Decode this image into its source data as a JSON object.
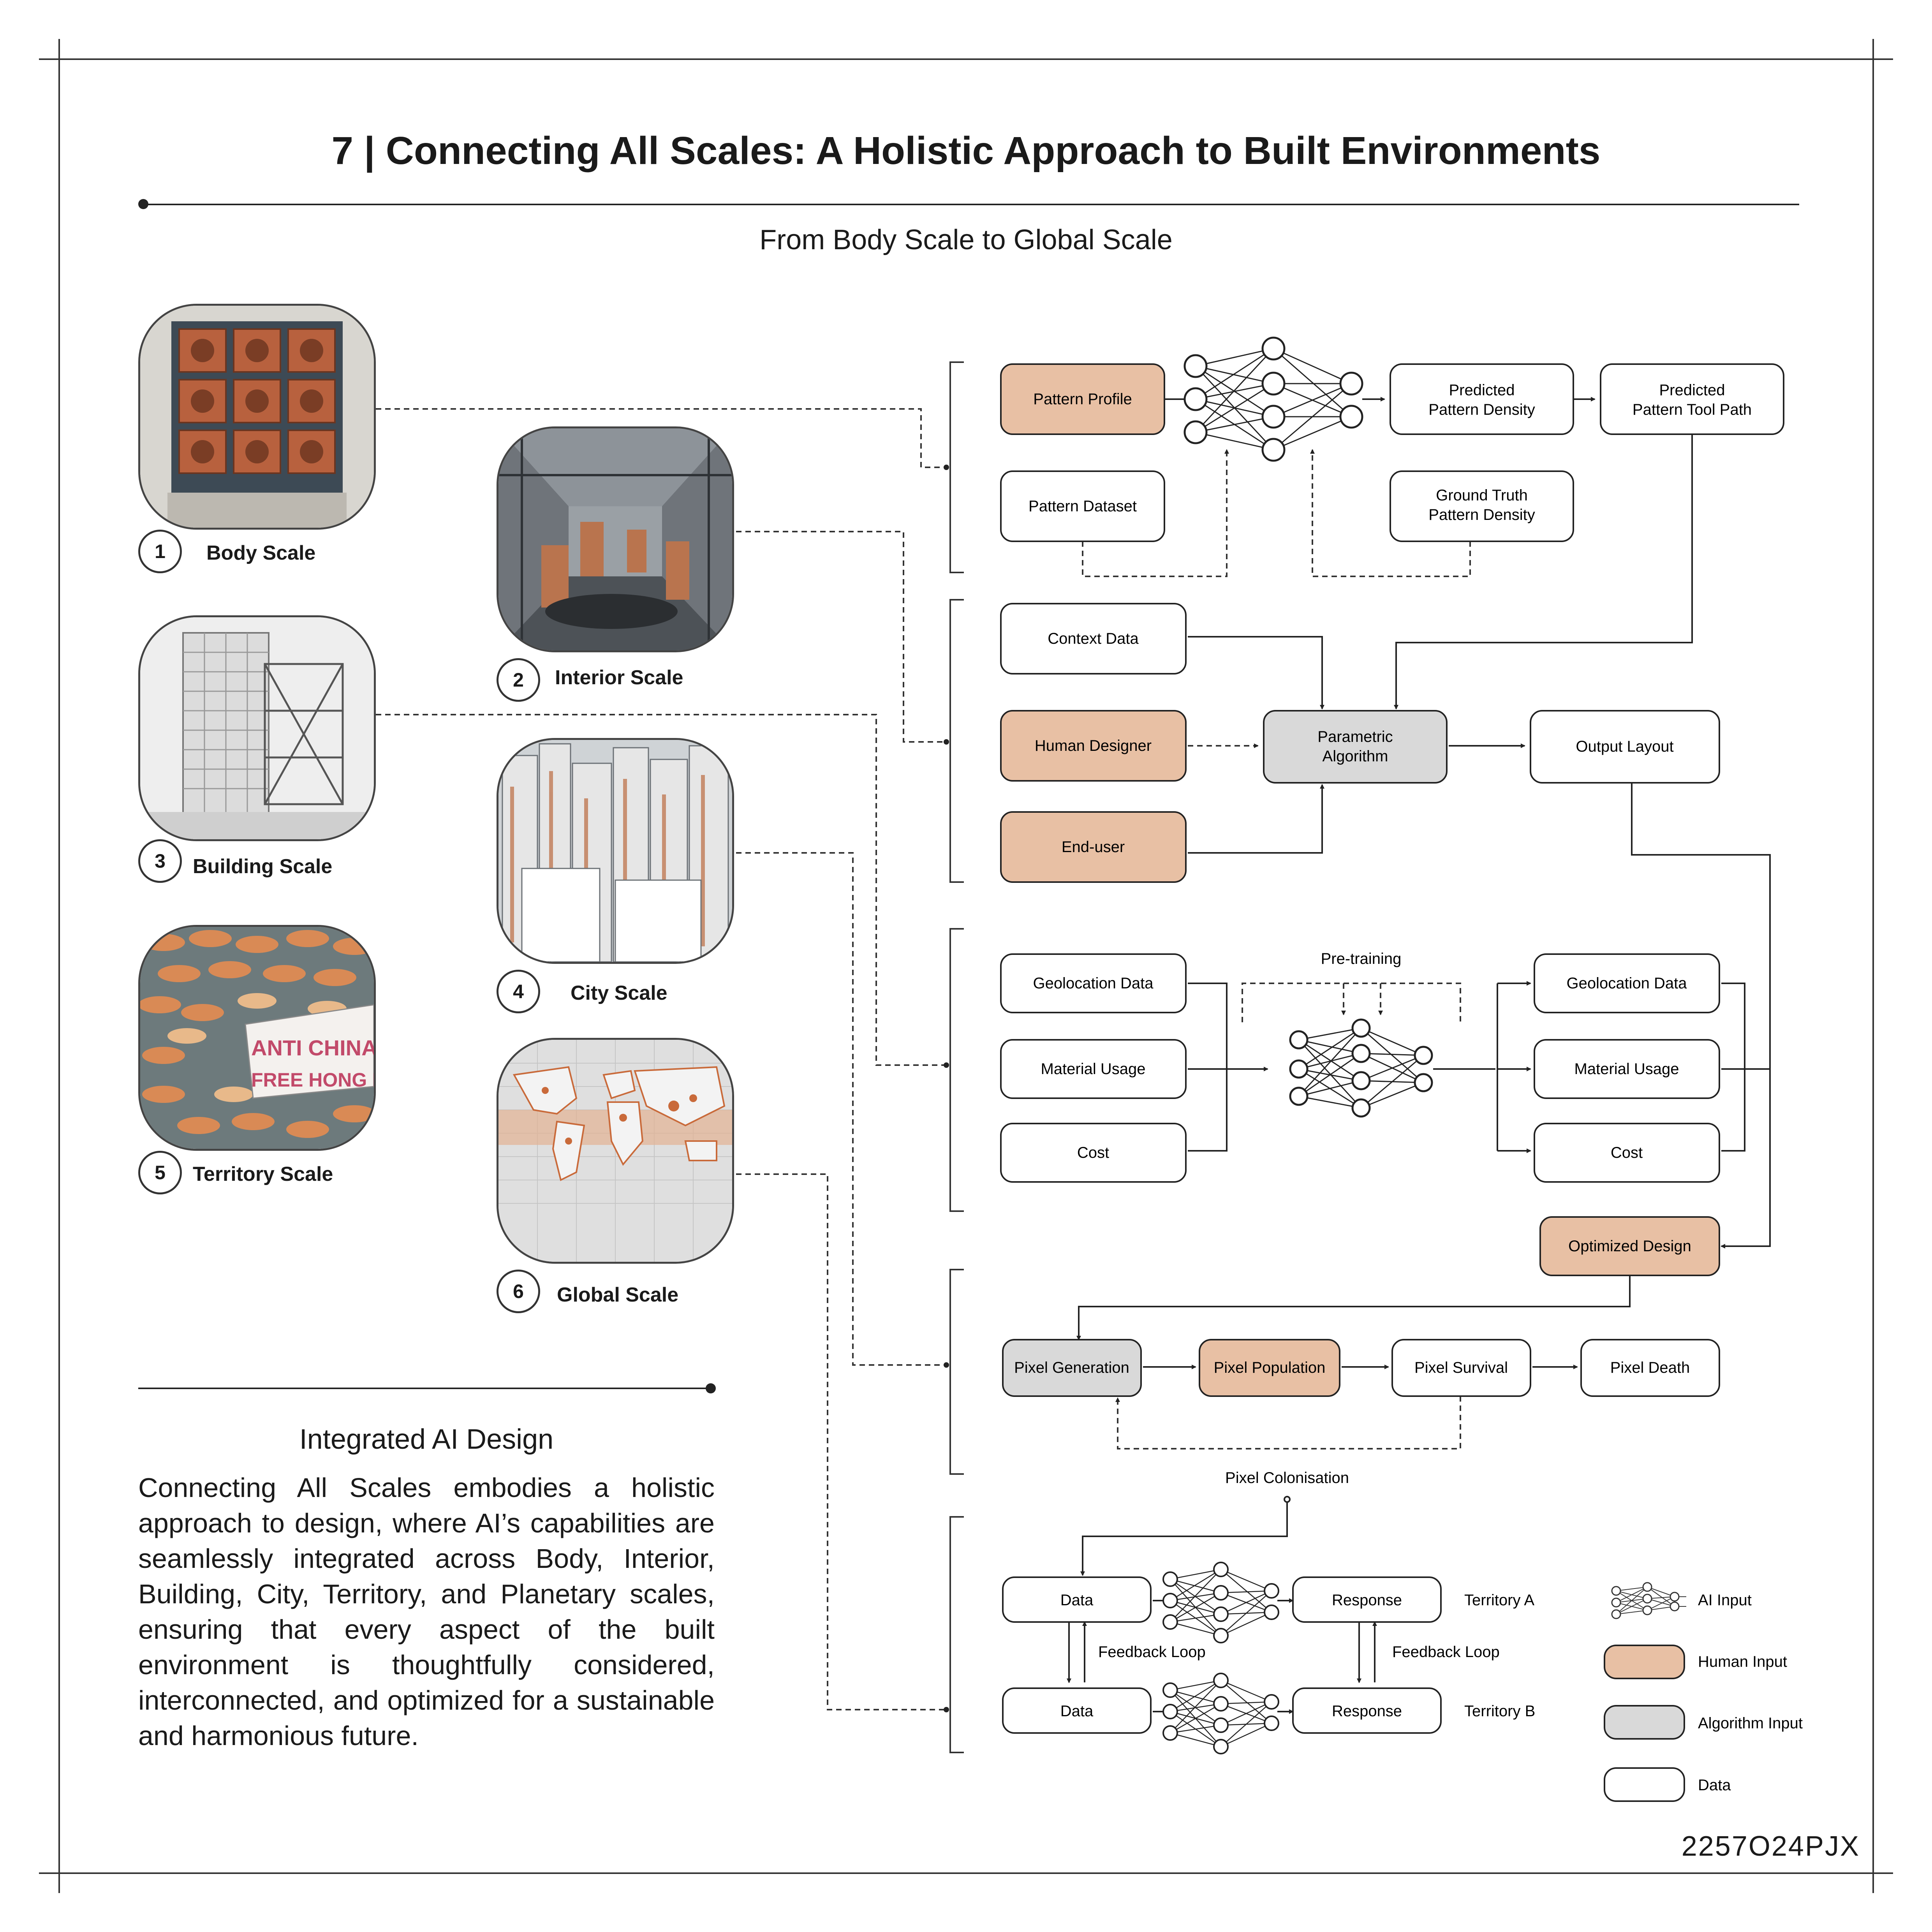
{
  "header": {
    "title": "7 | Connecting All Scales: A Holistic Approach to Built Environments",
    "subtitle": "From Body Scale to Global Scale"
  },
  "scales": [
    {
      "num": "1",
      "label": "Body Scale"
    },
    {
      "num": "2",
      "label": "Interior Scale"
    },
    {
      "num": "3",
      "label": "Building Scale"
    },
    {
      "num": "4",
      "label": "City Scale"
    },
    {
      "num": "5",
      "label": "Territory Scale"
    },
    {
      "num": "6",
      "label": "Global Scale"
    }
  ],
  "territory_banner": {
    "line1": "ANTI CHINA",
    "line2": "FREE HONG KONG"
  },
  "section": {
    "title": "Integrated AI Design",
    "text": "Connecting All Scales embodies a holistic approach to design, where AI’s capabilities are seamlessly integrated across Body, Interior, Building, City, Territory, and Planetary scales, ensuring that every aspect of the built environment is thoughtfully considered, interconnected, and optimized for a sustainable and harmonious future."
  },
  "colors": {
    "human": "#e8c0a4",
    "algorithm": "#d9d9d9",
    "data": "#ffffff",
    "line": "#222222"
  },
  "diagram": {
    "body": {
      "pattern_profile": "Pattern Profile",
      "predicted_density": [
        "Predicted",
        "Pattern Density"
      ],
      "predicted_toolpath": [
        "Predicted",
        "Pattern Tool Path"
      ],
      "pattern_dataset": "Pattern Dataset",
      "ground_truth": [
        "Ground Truth",
        "Pattern Density"
      ]
    },
    "interior": {
      "context_data": "Context Data",
      "human_designer": "Human Designer",
      "end_user": "End-user",
      "parametric": [
        "Parametric",
        "Algorithm"
      ],
      "output_layout": "Output Layout"
    },
    "building": {
      "pretraining": "Pre-training",
      "inputs": [
        "Geolocation Data",
        "Material Usage",
        "Cost"
      ],
      "outputs": [
        "Geolocation Data",
        "Material Usage",
        "Cost"
      ],
      "optimized": "Optimized Design"
    },
    "city": {
      "generation": "Pixel Generation",
      "population": "Pixel Population",
      "survival": "Pixel Survival",
      "death": "Pixel Death",
      "colonisation": "Pixel Colonisation"
    },
    "territory": {
      "data_a": "Data",
      "data_b": "Data",
      "response_a": "Response",
      "response_b": "Response",
      "feedback_left": "Feedback Loop",
      "feedback_right": "Feedback Loop",
      "territory_a": "Territory A",
      "territory_b": "Territory B"
    },
    "legend": {
      "ai_input": "AI Input",
      "human_input": "Human Input",
      "algorithm_input": "Algorithm Input",
      "data": "Data"
    }
  },
  "code": "2257O24PJX"
}
